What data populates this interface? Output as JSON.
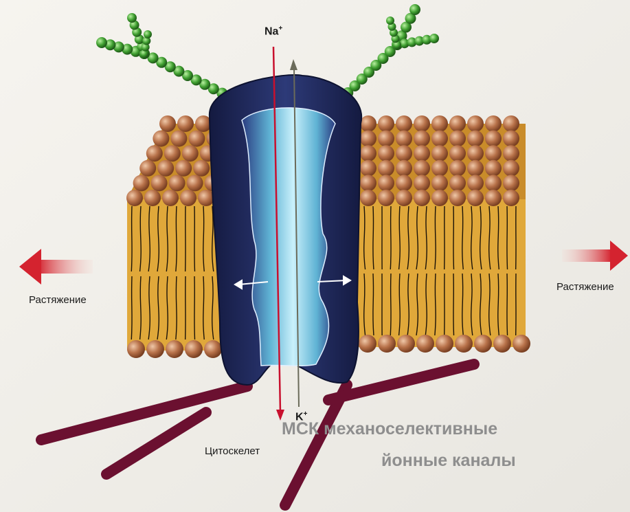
{
  "labels": {
    "stretch_left": "Растяжение",
    "stretch_right": "Растяжение",
    "cytoskeleton": "Цитоскелет",
    "ion_in": "Na",
    "ion_in_charge": "+",
    "ion_out": "K",
    "ion_out_charge": "+"
  },
  "caption": {
    "line1": "МСК механоселективные",
    "line2": "йонные каналы"
  },
  "colors": {
    "page_background": "#f2f0eb",
    "lipid_tail_region": "#e0a83a",
    "lipid_head": "#b8724a",
    "channel_outer": "#1e2552",
    "channel_pore": "#72c3dc",
    "glycan_beads": "#4fae3c",
    "cytoskeleton": "#6b1030",
    "na_arrow": "#c8102e",
    "k_arrow": "#6b6b5a",
    "stretch_arrow": "#d4232f",
    "caption_text": "#8e8e8e"
  },
  "icons": [
    "stretch-arrow-left-icon",
    "stretch-arrow-right-icon",
    "na-influx-arrow-icon",
    "k-efflux-arrow-icon"
  ]
}
